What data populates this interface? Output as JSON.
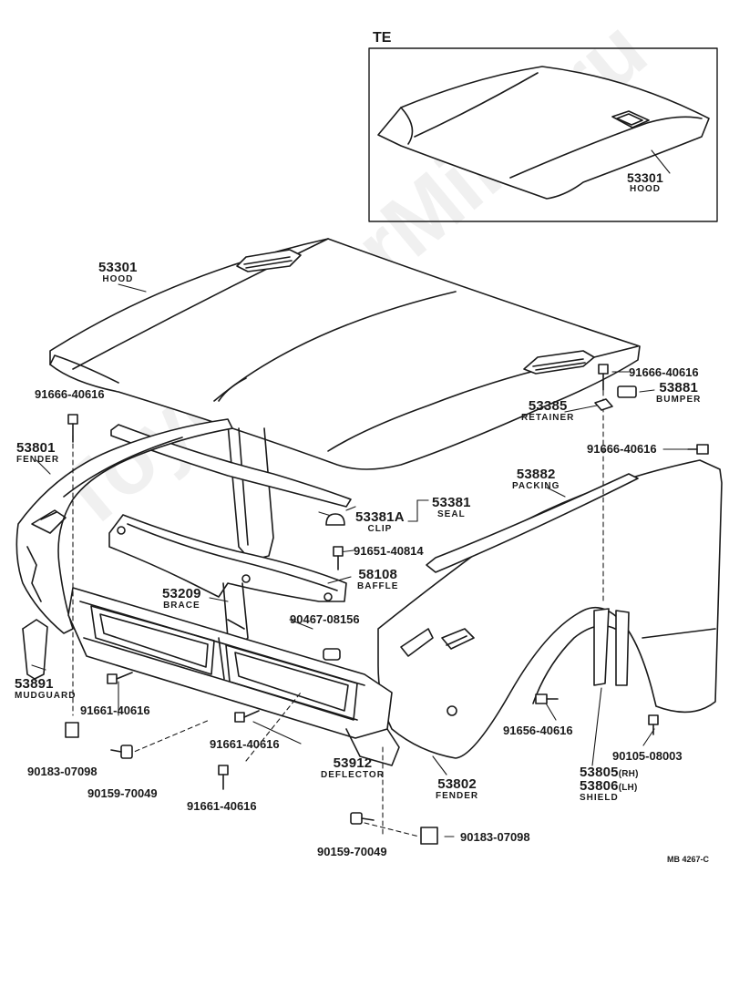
{
  "watermark": "ToyotaCarMine.ru",
  "inset": {
    "title": "TE",
    "part_number": "53301",
    "part_name": "HOOD"
  },
  "parts": {
    "hood": {
      "number": "53301",
      "name": "HOOD"
    },
    "bolt_left_fender": {
      "number": "91666-40616"
    },
    "fender_left": {
      "number": "53801",
      "name": "FENDER"
    },
    "bolt_hood_right": {
      "number": "91666-40616"
    },
    "bumper": {
      "number": "53881",
      "name": "BUMPER"
    },
    "retainer": {
      "number": "53385",
      "name": "RETAINER"
    },
    "bolt_right_fender": {
      "number": "91666-40616"
    },
    "packing": {
      "number": "53882",
      "name": "PACKING"
    },
    "seal": {
      "number": "53381",
      "name": "SEAL"
    },
    "clip": {
      "number": "53381A",
      "name": "CLIP"
    },
    "bolt_baffle": {
      "number": "91651-40814"
    },
    "baffle": {
      "number": "58108",
      "name": "BAFFLE"
    },
    "brace": {
      "number": "53209",
      "name": "BRACE"
    },
    "grommet": {
      "number": "90467-08156"
    },
    "mudguard": {
      "number": "53891",
      "name": "MUDGUARD"
    },
    "bolt_deflector_left": {
      "number": "91661-40616"
    },
    "bolt_deflector_mid": {
      "number": "91661-40616"
    },
    "deflector": {
      "number": "53912",
      "name": "DEFLECTOR"
    },
    "nut_left": {
      "number": "90183-07098"
    },
    "screw_left": {
      "number": "90159-70049"
    },
    "bolt_deflector_low": {
      "number": "91661-40616"
    },
    "fender_right": {
      "number": "53802",
      "name": "FENDER"
    },
    "bolt_shield": {
      "number": "91656-40616"
    },
    "screw_shield": {
      "number": "90105-08003"
    },
    "shield": {
      "number_rh": "53805",
      "side_rh": "(RH)",
      "number_lh": "53806",
      "side_lh": "(LH)",
      "name": "SHIELD"
    },
    "screw_bottom": {
      "number": "90159-70049"
    },
    "nut_bottom": {
      "number": "90183-07098"
    }
  },
  "document_code": "MB 4267-C",
  "colors": {
    "ink": "#1a1a1a",
    "paper": "#ffffff"
  }
}
